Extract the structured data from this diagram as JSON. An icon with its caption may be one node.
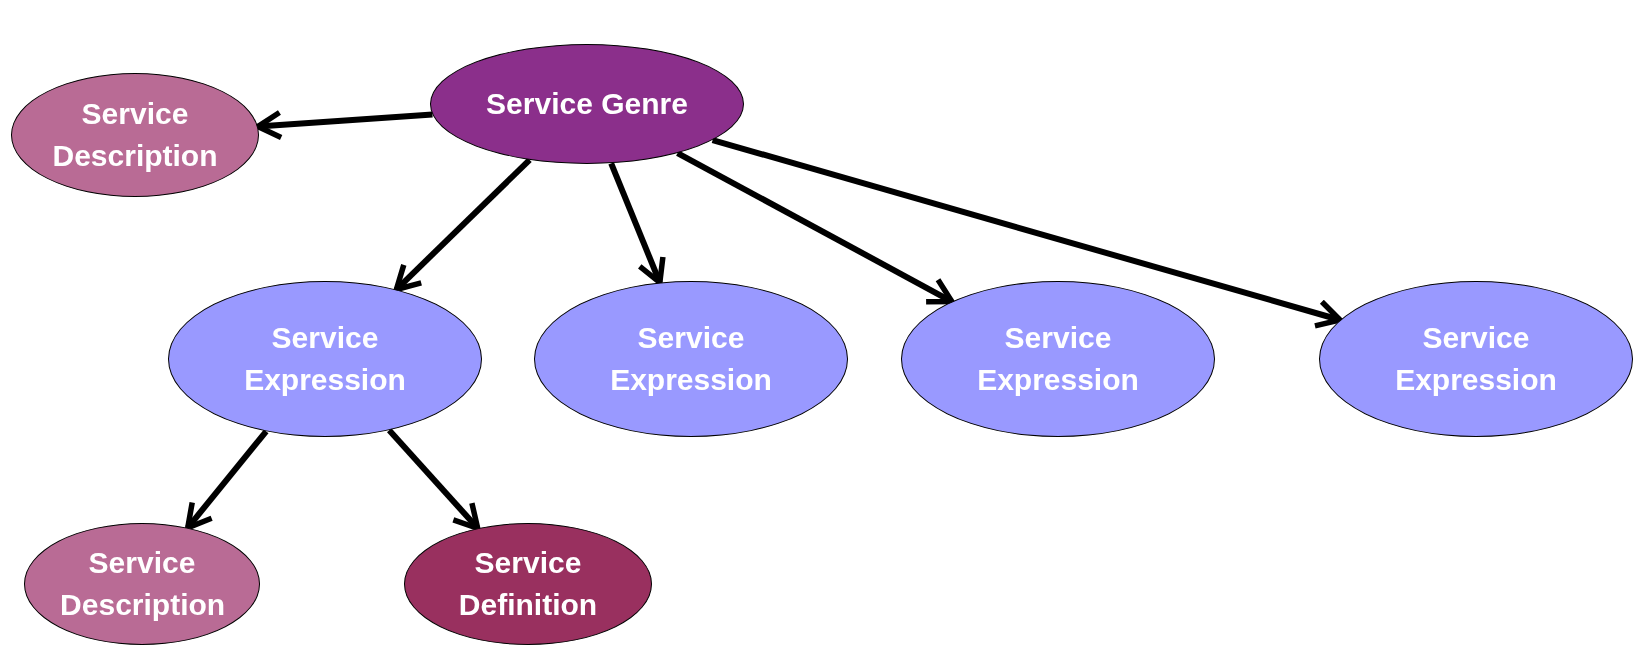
{
  "diagram": {
    "nodes": [
      {
        "text": [
          "Service Genre"
        ]
      },
      {
        "text": [
          "Service Description"
        ]
      },
      {
        "text": [
          "Service Expression"
        ]
      },
      {
        "text": [
          "Service Expression"
        ]
      },
      {
        "text": [
          "Service Expression"
        ]
      },
      {
        "text": [
          "Service Expression"
        ]
      },
      {
        "text": [
          "Service Description"
        ]
      },
      {
        "text": [
          "Service Definition"
        ]
      }
    ],
    "edges": [
      {
        "from": 0,
        "to": 1,
        "arrow": "to"
      },
      {
        "from": 0,
        "to": 2,
        "arrow": "to"
      },
      {
        "from": 0,
        "to": 3,
        "arrow": "to"
      },
      {
        "from": 0,
        "to": 4,
        "arrow": "to"
      },
      {
        "from": 0,
        "to": 5,
        "arrow": "to"
      },
      {
        "from": 2,
        "to": 6,
        "arrow": "to"
      },
      {
        "from": 2,
        "to": 7,
        "arrow": "to"
      }
    ]
  }
}
